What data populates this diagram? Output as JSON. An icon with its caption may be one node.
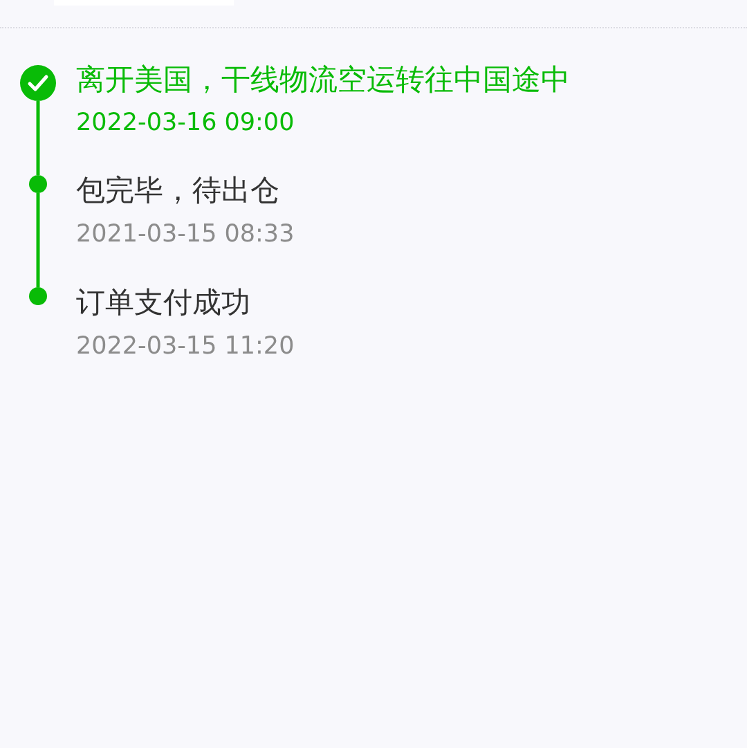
{
  "diagram": {
    "nodes": [
      {
        "text": [],
        "shape": "circle",
        "beside": [
          "离开美国，干线物流空运转往中国途中",
          "2022-03-16 09:00"
        ]
      },
      {
        "text": [],
        "shape": "circle",
        "beside": [
          "包完毕，待出仓",
          "2021-03-15 08:33"
        ]
      },
      {
        "text": [],
        "shape": "circle",
        "beside": [
          "订单支付成功",
          "2022-03-15 11:20"
        ]
      }
    ],
    "edges": [
      {
        "from": 0,
        "to": 1,
        "arrow": "none"
      },
      {
        "from": 1,
        "to": 2,
        "arrow": "none"
      }
    ]
  }
}
